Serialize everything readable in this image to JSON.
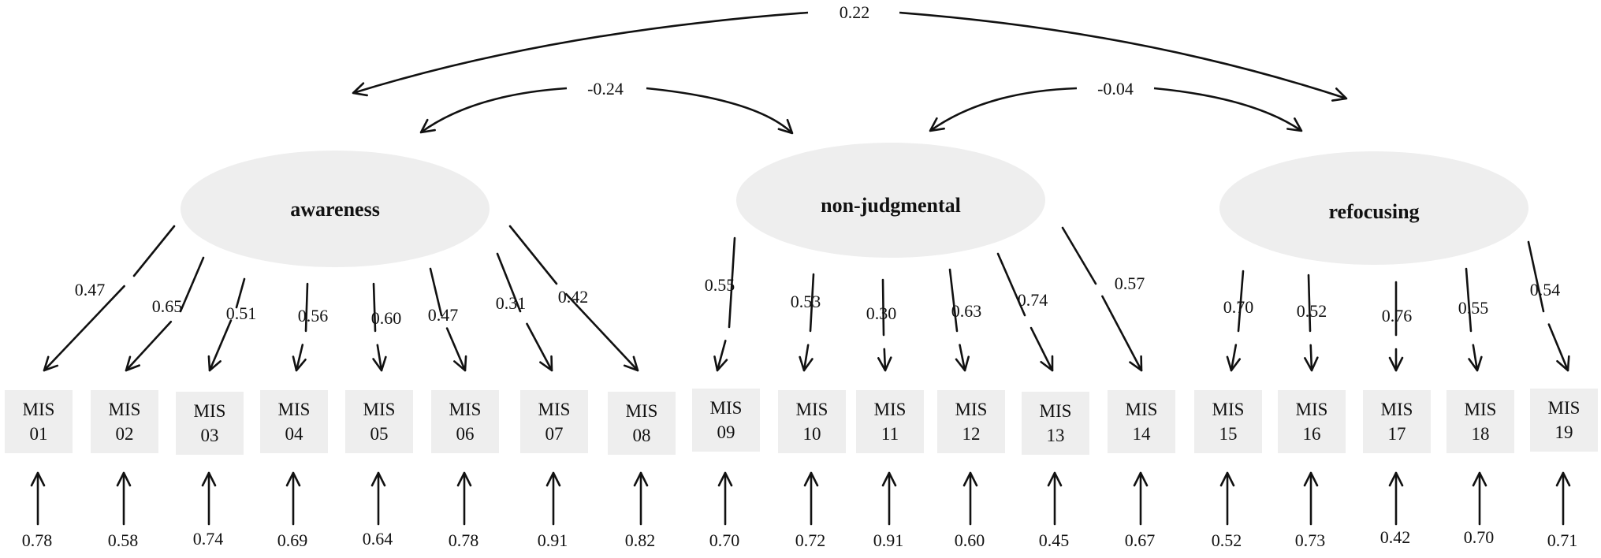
{
  "factors": [
    {
      "id": "awareness",
      "label": "awareness"
    },
    {
      "id": "non-judgmental",
      "label": "non-judgmental"
    },
    {
      "id": "refocusing",
      "label": "refocusing"
    }
  ],
  "correlations": [
    {
      "from": "awareness",
      "to": "refocusing",
      "value": "0.22"
    },
    {
      "from": "awareness",
      "to": "non-judgmental",
      "value": "-0.24"
    },
    {
      "from": "non-judgmental",
      "to": "refocusing",
      "value": "-0.04"
    }
  ],
  "items": [
    {
      "line1": "MIS",
      "line2": "01",
      "factor": "awareness",
      "loading": "0.47",
      "error": "0.78"
    },
    {
      "line1": "MIS",
      "line2": "02",
      "factor": "awareness",
      "loading": "0.65",
      "error": "0.58"
    },
    {
      "line1": "MIS",
      "line2": "03",
      "factor": "awareness",
      "loading": "0.51",
      "error": "0.74"
    },
    {
      "line1": "MIS",
      "line2": "04",
      "factor": "awareness",
      "loading": "0.56",
      "error": "0.69"
    },
    {
      "line1": "MIS",
      "line2": "05",
      "factor": "awareness",
      "loading": "0.60",
      "error": "0.64"
    },
    {
      "line1": "MIS",
      "line2": "06",
      "factor": "awareness",
      "loading": "0.47",
      "error": "0.78"
    },
    {
      "line1": "MIS",
      "line2": "07",
      "factor": "awareness",
      "loading": "0.31",
      "error": "0.91"
    },
    {
      "line1": "MIS",
      "line2": "08",
      "factor": "awareness",
      "loading": "0.42",
      "error": "0.82"
    },
    {
      "line1": "MIS",
      "line2": "09",
      "factor": "non-judgmental",
      "loading": "0.55",
      "error": "0.70"
    },
    {
      "line1": "MIS",
      "line2": "10",
      "factor": "non-judgmental",
      "loading": "0.53",
      "error": "0.72"
    },
    {
      "line1": "MIS",
      "line2": "11",
      "factor": "non-judgmental",
      "loading": "0.30",
      "error": "0.91"
    },
    {
      "line1": "MIS",
      "line2": "12",
      "factor": "non-judgmental",
      "loading": "0.63",
      "error": "0.60"
    },
    {
      "line1": "MIS",
      "line2": "13",
      "factor": "non-judgmental",
      "loading": "0.74",
      "error": "0.45"
    },
    {
      "line1": "MIS",
      "line2": "14",
      "factor": "non-judgmental",
      "loading": "0.57",
      "error": "0.67"
    },
    {
      "line1": "MIS",
      "line2": "15",
      "factor": "refocusing",
      "loading": "0.70",
      "error": "0.52"
    },
    {
      "line1": "MIS",
      "line2": "16",
      "factor": "refocusing",
      "loading": "0.52",
      "error": "0.73"
    },
    {
      "line1": "MIS",
      "line2": "17",
      "factor": "refocusing",
      "loading": "0.76",
      "error": "0.42"
    },
    {
      "line1": "MIS",
      "line2": "18",
      "factor": "refocusing",
      "loading": "0.55",
      "error": "0.70"
    },
    {
      "line1": "MIS",
      "line2": "19",
      "factor": "refocusing",
      "loading": "0.54",
      "error": "0.71"
    }
  ],
  "colors": {
    "ellipse_fill": "#eeeeee",
    "box_fill": "#eeeeee",
    "stroke": "#111111",
    "text": "#111111"
  }
}
